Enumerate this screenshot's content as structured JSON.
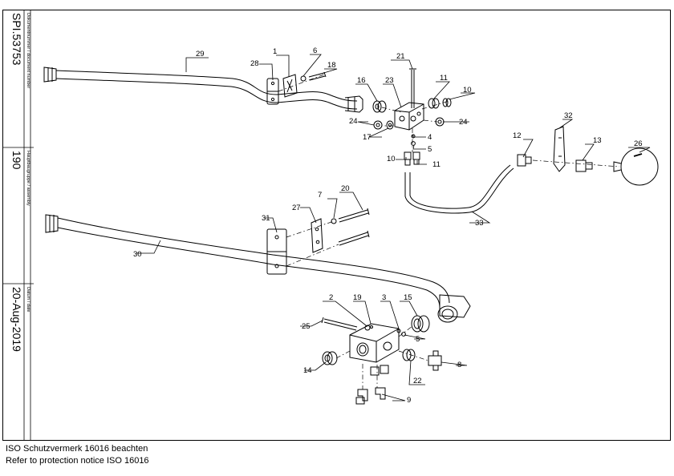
{
  "title_block": {
    "document_number_label": "Dokumentnummer / document number",
    "document_number": "SPI.53753",
    "assembly_label": "Hauptbaugruppe / assembly",
    "assembly": "190",
    "date_label": "Datum / date",
    "date": "20-Aug-2019"
  },
  "notice": {
    "line1": "ISO Schutzvermerk 16016 beachten",
    "line2": "Refer to protection notice ISO 16016"
  },
  "callouts": [
    "1",
    "2",
    "3",
    "4",
    "5",
    "5",
    "6",
    "7",
    "8",
    "9",
    "10",
    "10",
    "11",
    "11",
    "12",
    "13",
    "14",
    "15",
    "16",
    "17",
    "18",
    "19",
    "20",
    "21",
    "22",
    "23",
    "24",
    "24",
    "25",
    "26",
    "27",
    "28",
    "29",
    "30",
    "31",
    "32",
    "33"
  ]
}
